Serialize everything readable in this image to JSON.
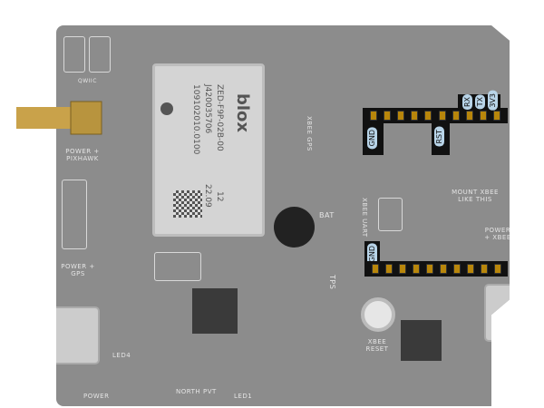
{
  "module": {
    "brand": "blox",
    "model": "ZED-F9P-02B-00",
    "serial": "J420035706",
    "code": "109102010.0100",
    "rev": "12",
    "date": "22.09"
  },
  "silk": {
    "qwiic": "QWIIC",
    "power_pixhawk": "POWER + PIXHAWK",
    "power_gps": "POWER + GPS",
    "mount_xbee": "MOUNT XBEE LIKE THIS",
    "power_xbee": "POWER + XBEE",
    "xbee_reset": "XBEE RESET",
    "bat": "BAT",
    "tps": "TPS",
    "power": "POWER",
    "led1": "LED1",
    "led4": "LED4",
    "north": "NORTH",
    "pvt": "PVT",
    "xbee_gps": "XBEE GPS",
    "xbee_uart": "XBEE UART"
  },
  "top_header": {
    "labels": [
      "GND",
      "RST",
      "RX",
      "TX",
      "3V3"
    ],
    "pins": 10
  },
  "bottom_header": {
    "labels": [
      "GND"
    ],
    "pins": 10
  },
  "colors": {
    "board": "#8c8c8c",
    "highlight": "#111111",
    "label": "#b8d4e8",
    "pin": "#b8860b"
  }
}
